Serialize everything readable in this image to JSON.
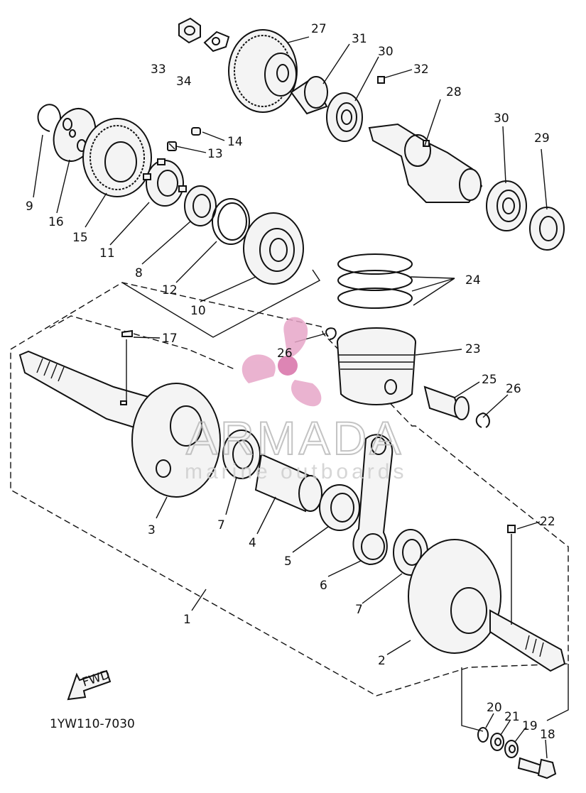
{
  "diagram": {
    "code": "1YW110-7030",
    "fwd_label": "FWD",
    "watermark": {
      "brand": "ARMADA",
      "tagline": "marine outboards",
      "color": "#e7a6c8"
    },
    "callouts": [
      "27",
      "31",
      "30",
      "32",
      "33",
      "34",
      "28",
      "14",
      "13",
      "30",
      "29",
      "9",
      "16",
      "15",
      "11",
      "8",
      "12",
      "10",
      "24",
      "17",
      "26",
      "23",
      "25",
      "26",
      "3",
      "7",
      "4",
      "5",
      "6",
      "22",
      "7",
      "1",
      "2",
      "20",
      "21",
      "19",
      "18"
    ]
  }
}
